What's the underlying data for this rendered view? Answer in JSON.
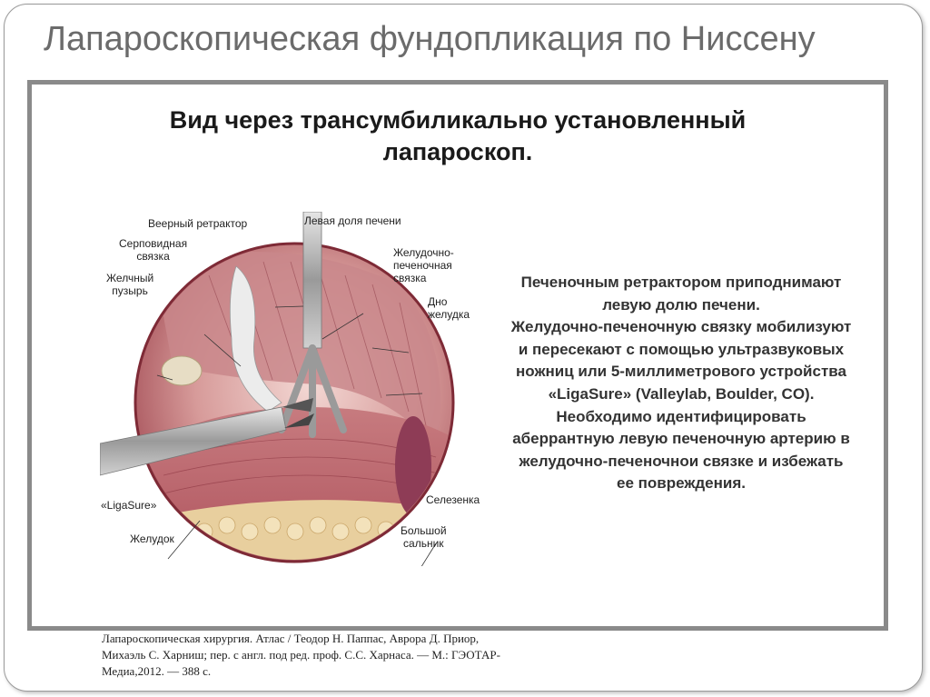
{
  "slide": {
    "title": "Лапароскопическая фундопликация по Ниссену"
  },
  "figure": {
    "title_line1": "Вид через трансумбиликально установленный",
    "title_line2": "лапароскоп.",
    "labels": {
      "fan_retractor": "Веерный ретрактор",
      "left_lobe": "Левая доля печени",
      "falciform_1": "Серповидная",
      "falciform_2": "связка",
      "gallbladder_1": "Желчный",
      "gallbladder_2": "пузырь",
      "gastrohepatic_1": "Желудочно-",
      "gastrohepatic_2": "печеночная",
      "gastrohepatic_3": "связка",
      "fundus_1": "Дно",
      "fundus_2": "желудка",
      "ligasure": "«LigaSure»",
      "spleen": "Селезенка",
      "stomach": "Желудок",
      "omentum_1": "Большой",
      "omentum_2": "сальник"
    },
    "description_lines": [
      "Печеночным ретрактором приподнимают",
      "левую долю печени.",
      "Желудочно-печеночную связку мобилизуют",
      "и пересекают с помощью ультразвуковых",
      "ножниц или 5-миллиметрового устройства",
      "«LigaSure» (Valleylab, Boulder, CO).",
      "Необходимо идентифицировать",
      "аберрантную левую печеночную артерию в",
      "желудочно-печеночнои связке и избежать",
      "ее повреждения."
    ]
  },
  "citation": {
    "line1": "Лапароскопическая хирургия. Атлас / Теодор Н. Паппас, Аврора Д. Приор,",
    "line2": "Михаэль С. Харниш; пер. с англ. под ред. проф. С.С. Харнаса. — М.: ГЭОТАР-",
    "line3": "Медиа,2012. — 388 с."
  }
}
